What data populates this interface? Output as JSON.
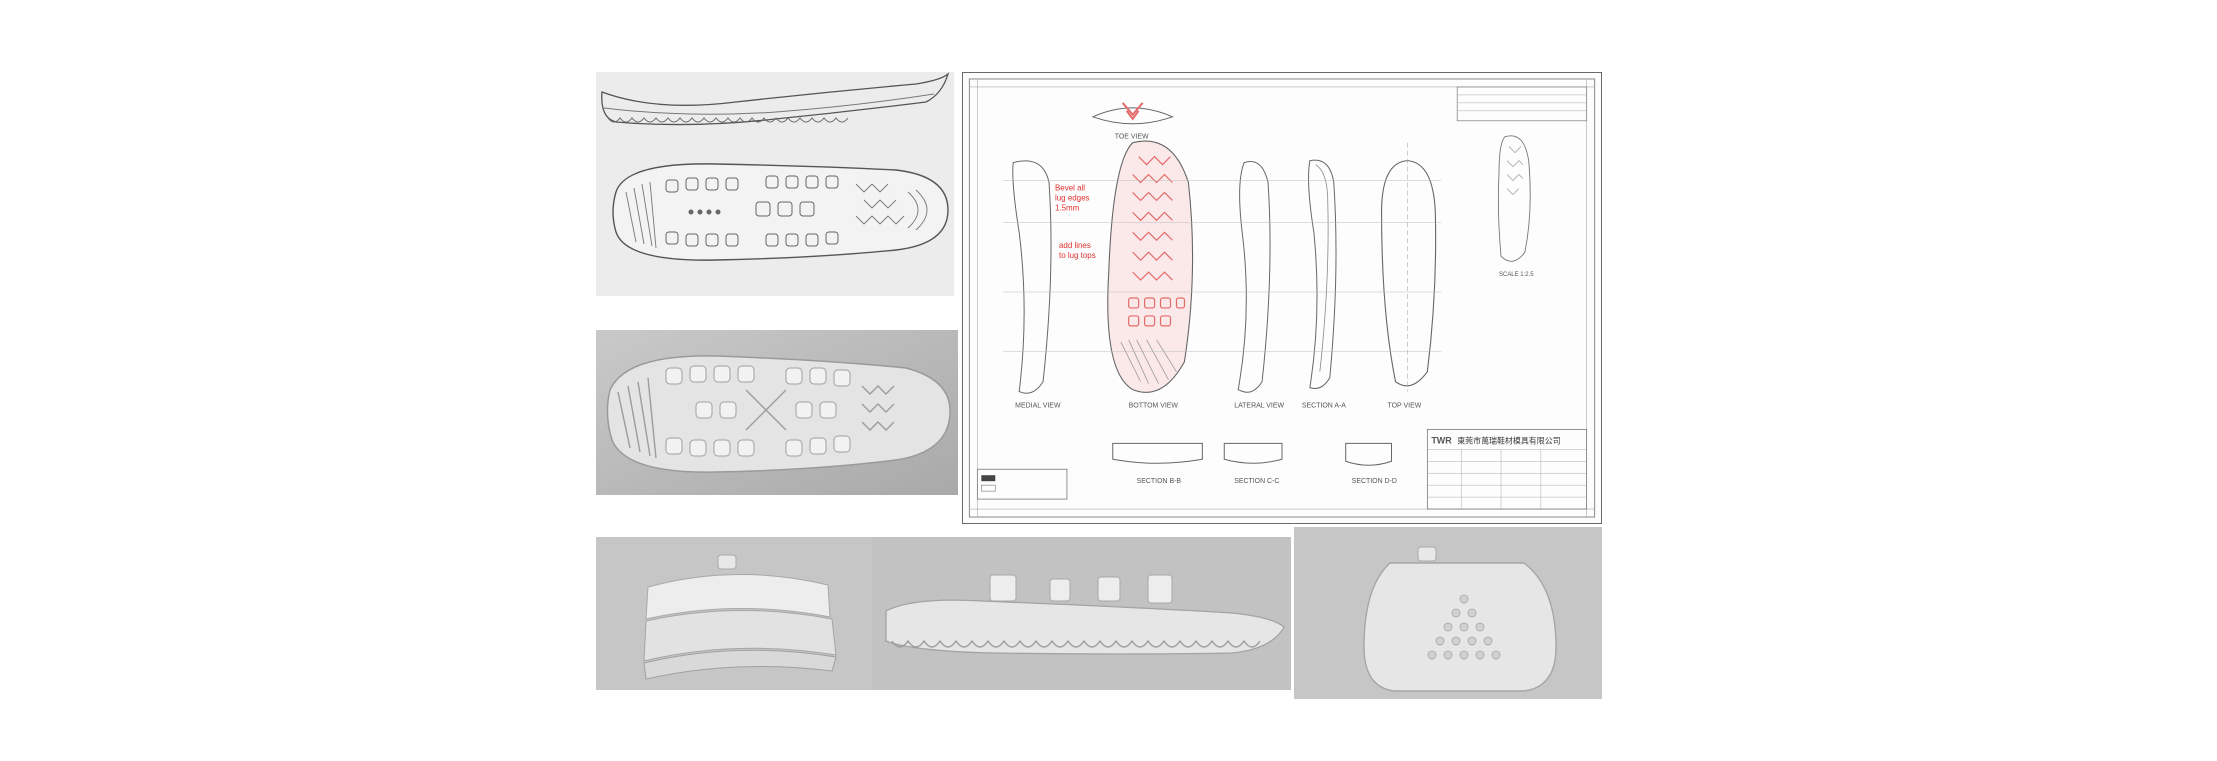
{
  "drawing": {
    "views": {
      "toe": "TOE VIEW",
      "medial": "MEDIAL VIEW",
      "bottom": "BOTTOM VIEW",
      "lateral": "LATERAL VIEW",
      "section_aa": "SECTION A-A",
      "top": "TOP VIEW",
      "section_bb": "SECTION B-B",
      "section_cc": "SECTION C-C",
      "section_dd": "SECTION D-D",
      "scale": "SCALE 1:2.5"
    },
    "notes": {
      "bevel": [
        "Bevel all",
        "lug edges",
        "1.5mm"
      ],
      "lines": [
        "add lines",
        "to lug tops"
      ]
    },
    "company": "東莞市萬瑞鞋材模具有限公司",
    "logo": "TWR"
  },
  "colors": {
    "note_red": "#e03030",
    "line_gray": "#6a6a6a",
    "hatch_red": "#e46a6a"
  },
  "icons": {
    "logo": "company-logo-icon"
  }
}
